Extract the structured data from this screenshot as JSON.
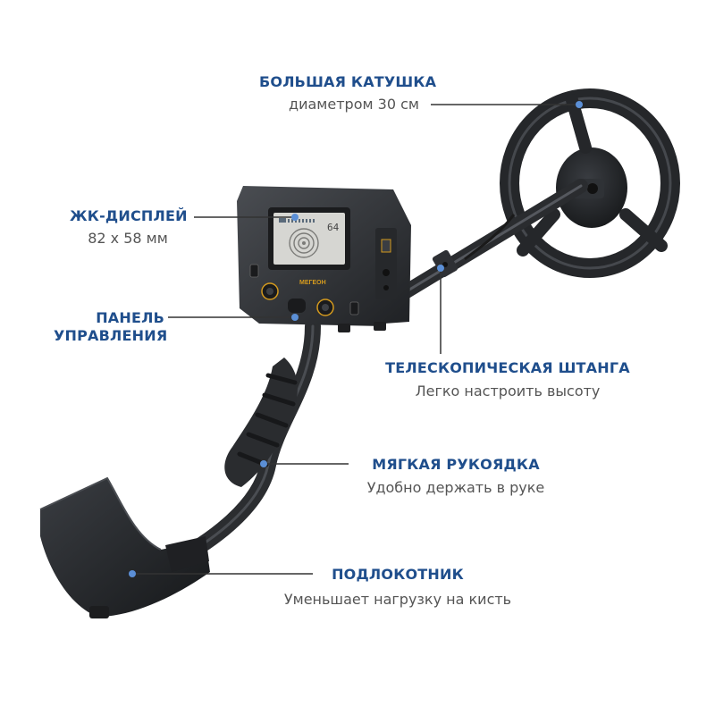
{
  "colors": {
    "title": "#1f4e8c",
    "description": "#555555",
    "leader": "#333333",
    "dot": "#5b8fd6",
    "device_dark": "#2b2d30",
    "device_mid": "#3d4045",
    "screen": "#d6d6d2",
    "accent": "#d49a1e"
  },
  "callouts": {
    "coil": {
      "title": "БОЛЬШАЯ КАТУШКА",
      "description": "диаметром 30 см"
    },
    "display": {
      "title": "ЖК-ДИСПЛЕЙ",
      "description": "82 х 58 мм"
    },
    "panel": {
      "title_line1": "ПАНЕЛЬ",
      "title_line2": "УПРАВЛЕНИЯ"
    },
    "shaft": {
      "title": "ТЕЛЕСКОПИЧЕСКАЯ ШТАНГА",
      "description": "Легко настроить высоту"
    },
    "handle": {
      "title": "МЯГКАЯ РУКОЯДКА",
      "description": "Удобно держать в руке"
    },
    "armrest": {
      "title": "ПОДЛОКОТНИК",
      "description": "Уменьшает нагрузку на кисть"
    }
  },
  "device": {
    "screen_number": "64",
    "brand": "МЕГЕОН"
  }
}
